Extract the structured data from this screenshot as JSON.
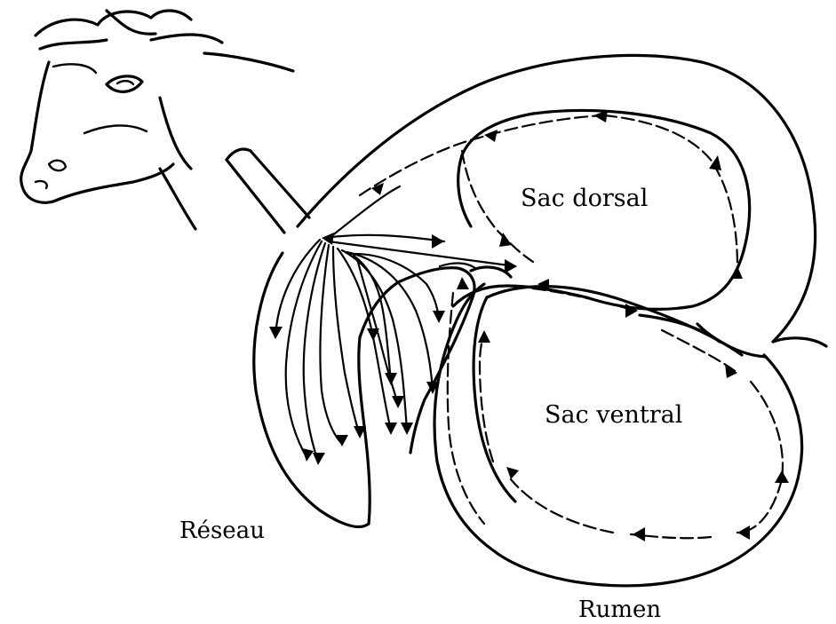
{
  "labels": {
    "sac_dorsal": "Sac dorsal",
    "sac_ventral": "Sac ventral",
    "reseau": "Réseau",
    "rumen": "Rumen"
  },
  "colors": {
    "ink": "#000000",
    "background": "#ffffff"
  },
  "icons": [
    "cow-head-icon",
    "esophagus-icon",
    "flow-arrow-icon"
  ]
}
